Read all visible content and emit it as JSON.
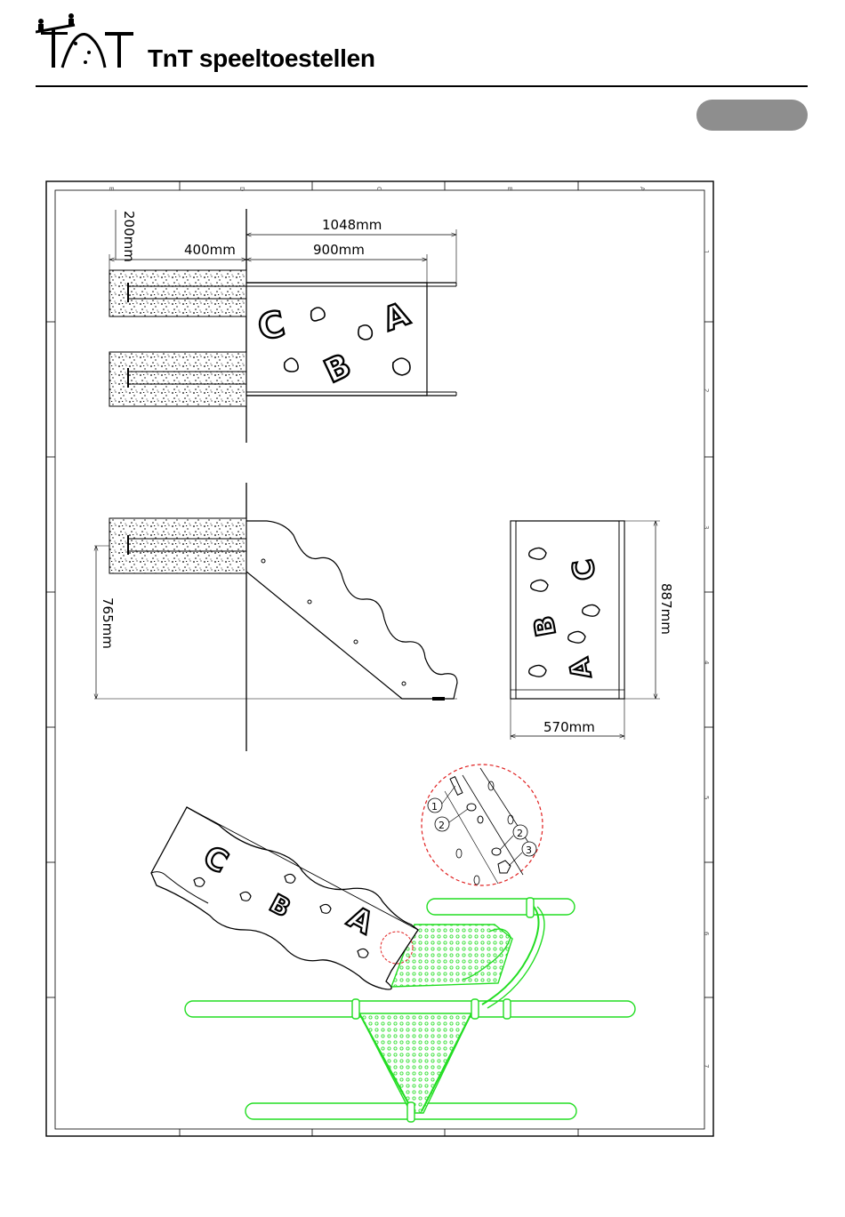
{
  "header": {
    "brand": "TnT speeltoestellen"
  },
  "drawing": {
    "dimensions": {
      "depth_200": "200mm",
      "depth_400": "400mm",
      "length_1048": "1048mm",
      "length_900": "900mm",
      "height_765": "765mm",
      "height_887": "887mm",
      "width_570": "570mm"
    },
    "panel_letters": [
      "C",
      "B",
      "A"
    ],
    "detail_callouts": [
      "1",
      "2",
      "2",
      "3"
    ],
    "frame_columns": [
      "E",
      "D",
      "C",
      "B",
      "A"
    ],
    "frame_rows": [
      "1",
      "2",
      "3",
      "4",
      "5",
      "6",
      "7"
    ],
    "colors": {
      "frame_green": "#22dd22",
      "detail_circle": "#e02020",
      "pill": "#8e8e8e"
    }
  }
}
